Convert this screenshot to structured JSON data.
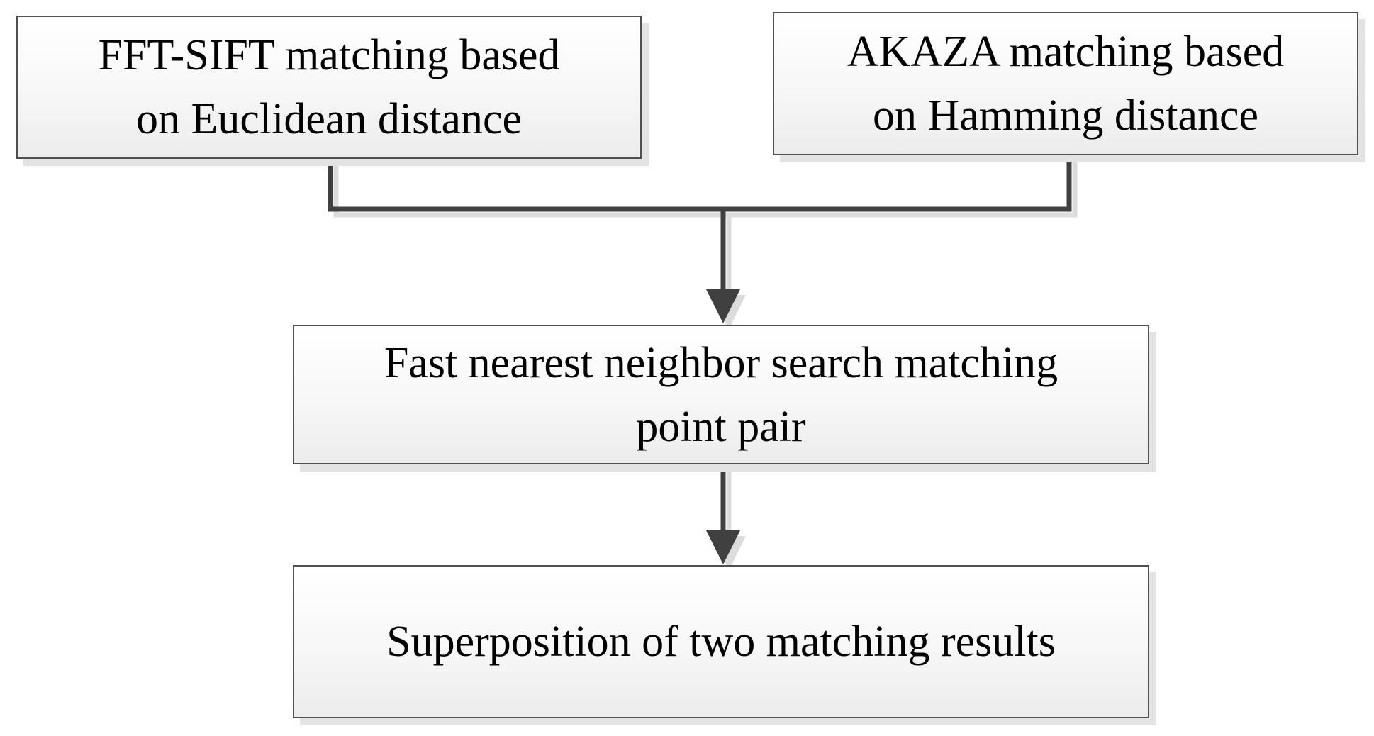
{
  "diagram": {
    "nodes": [
      {
        "id": "fft_sift",
        "label": "FFT-SIFT matching based\non Euclidean distance"
      },
      {
        "id": "akaza",
        "label": "AKAZA matching based\non Hamming distance"
      },
      {
        "id": "fast_nn",
        "label": "Fast nearest neighbor search matching\npoint pair"
      },
      {
        "id": "superposition",
        "label": "Superposition of two matching results"
      }
    ],
    "edges": [
      {
        "from": "fft_sift",
        "to": "fast_nn"
      },
      {
        "from": "akaza",
        "to": "fast_nn"
      },
      {
        "from": "fast_nn",
        "to": "superposition"
      }
    ]
  },
  "colors": {
    "stroke": "#404040",
    "box_border": "#505050",
    "text": "#000000"
  }
}
